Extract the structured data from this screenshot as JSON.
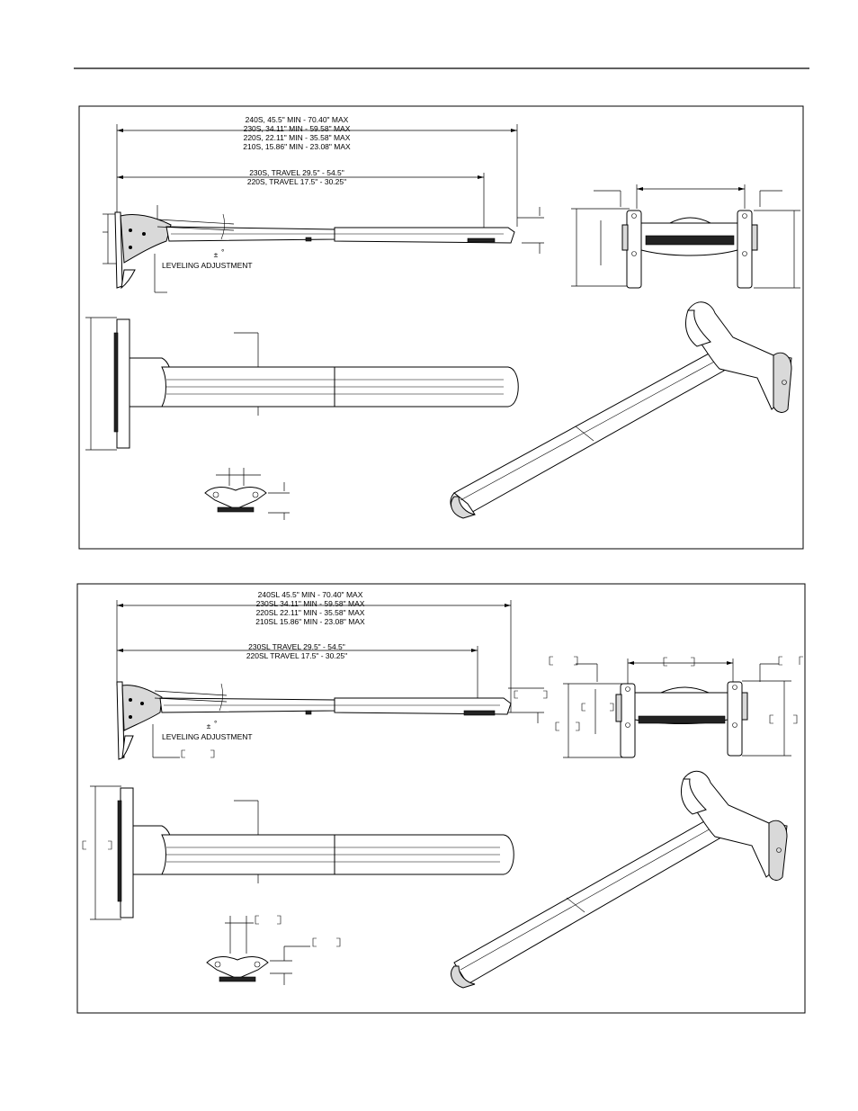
{
  "panel_top": {
    "length_lines": [
      "240S, 45.5\" MIN - 70.40\" MAX",
      "230S, 34.11\" MIN - 59.58\" MAX",
      "220S, 22.11\" MIN - 35.58\" MAX",
      "210S, 15.86\" MIN - 23.08\" MAX"
    ],
    "travel_lines": [
      "230S, TRAVEL 29.5\" - 54.5\"",
      "220S, TRAVEL 17.5\" - 30.25\""
    ],
    "leveling_label": "LEVELING ADJUSTMENT",
    "pm_symbol": "±",
    "degree_symbol": "°"
  },
  "panel_bottom": {
    "length_lines": [
      "240SL 45.5\" MIN - 70.40\" MAX",
      "230SL 34.11\" MIN - 59.58\" MAX",
      "220SL 22.11\" MIN - 35.58\" MAX",
      "210SL 15.86\" MIN - 23.08\" MAX"
    ],
    "travel_lines": [
      "230SL TRAVEL 29.5\" - 54.5\"",
      "220SL TRAVEL 17.5\" - 30.25\""
    ],
    "leveling_label": "LEVELING ADJUSTMENT",
    "pm_symbol": "±",
    "degree_symbol": "°"
  }
}
